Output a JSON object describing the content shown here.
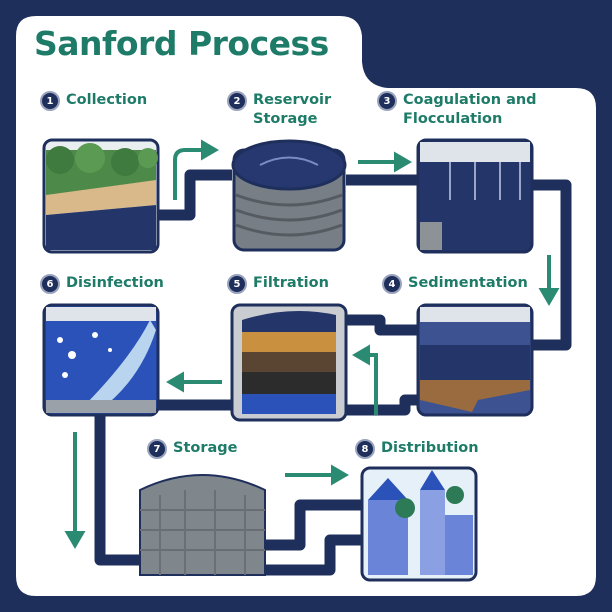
{
  "title": "Sanford Process",
  "steps": [
    {
      "num": "1",
      "line1": "Collection",
      "line2": ""
    },
    {
      "num": "2",
      "line1": "Reservoir",
      "line2": "Storage"
    },
    {
      "num": "3",
      "line1": "Coagulation and",
      "line2": "Flocculation"
    },
    {
      "num": "4",
      "line1": "Sedimentation",
      "line2": ""
    },
    {
      "num": "5",
      "line1": "Filtration",
      "line2": ""
    },
    {
      "num": "6",
      "line1": "Disinfection",
      "line2": ""
    },
    {
      "num": "7",
      "line1": "Storage",
      "line2": ""
    },
    {
      "num": "8",
      "line1": "Distribution",
      "line2": ""
    }
  ],
  "colors": {
    "navy": "#1f2f5c",
    "teal": "#1e7b68",
    "arrow": "#2b8a72"
  }
}
